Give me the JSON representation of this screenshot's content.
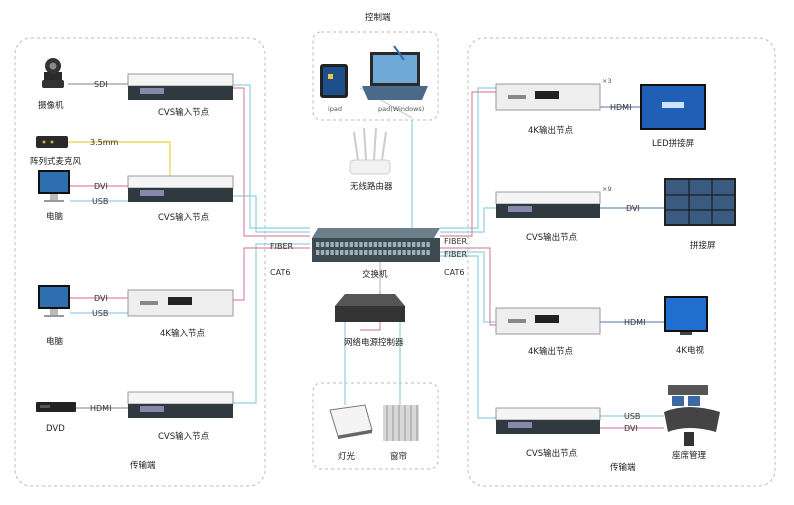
{
  "title": "控制端",
  "control": {
    "ipad": "ipad",
    "pad_windows": "pad(Windows)",
    "router": "无线路由器"
  },
  "switch_label": "交换机",
  "power_controller": "网络电源控制器",
  "power_devices": {
    "light": "灯光",
    "curtain": "窗帘"
  },
  "links": {
    "fiber": "FIBER",
    "cat6": "CAT6",
    "sdi": "SDI",
    "mm35": "3.5mm",
    "dvi": "DVI",
    "usb": "USB",
    "hdmi": "HDMI"
  },
  "left_section": "传输端",
  "right_section": "传输端",
  "sources": {
    "camera": "摄像机",
    "mic": "阵列式麦克风",
    "pc1": "电脑",
    "pc2": "电脑",
    "dvd": "DVD"
  },
  "input_nodes": {
    "cvs1": "CVS输入节点",
    "cvs2": "CVS输入节点",
    "k4": "4K输入节点",
    "cvs3": "CVS输入节点"
  },
  "output_nodes": {
    "k4_1": "4K输出节点",
    "cvs1": "CVS输出节点",
    "k4_2": "4K输出节点",
    "cvs2": "CVS输出节点"
  },
  "multipliers": {
    "m1": "×3",
    "m2": "×9"
  },
  "displays": {
    "led": "LED拼接屏",
    "splice": "拼接屏",
    "tv4k": "4K电视",
    "seat": "座席管理"
  },
  "colors": {
    "fiber": "#8fd0e0",
    "cat6": "#d98aa0",
    "yellow": "#e8d23a",
    "gray": "#9a9a9a",
    "dashed_border": "#bbbbbb"
  }
}
